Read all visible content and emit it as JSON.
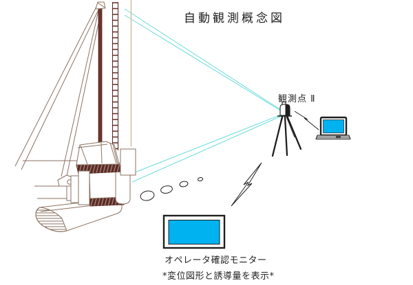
{
  "diagram": {
    "title": "自動観測概念図",
    "observation_point_label": "観測点 Ⅱ",
    "monitor_label": "オペレータ確認モニター",
    "footnote": "*変位図形と誘導量を表示*"
  },
  "icons": {
    "machine": "pile-driver-machine",
    "total_station": "total-station-on-tripod",
    "laptop": "laptop-computer",
    "monitor": "operator-monitor-screen",
    "wireless": "lightning-bolt-icon",
    "beams": "survey-beam-lines",
    "trail": "ellipse-dot-trail"
  },
  "colors": {
    "background": "#ffffff",
    "ink": "#1f1f1f",
    "beam_cyan": "#6adada",
    "screen_cyan": "#00b2f0",
    "machine_outline": "#8a7160",
    "machine_dark": "#5c2b23",
    "mast_fill": "#6b352c",
    "tan_pole": "#cfbd99",
    "laptop_base": "#c8c8c8"
  }
}
